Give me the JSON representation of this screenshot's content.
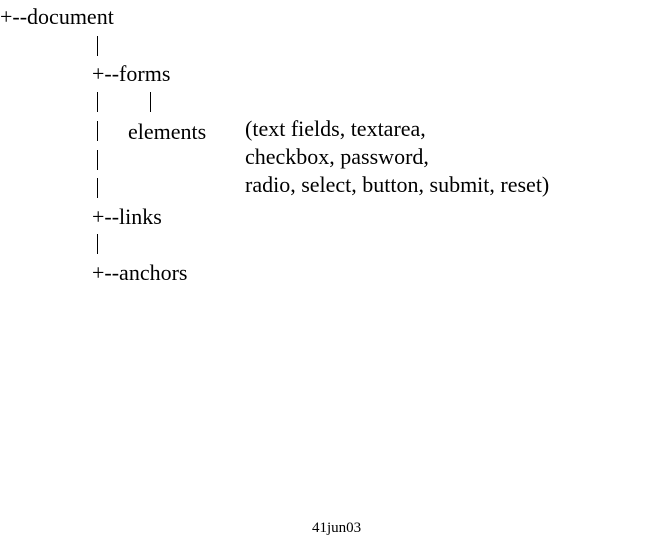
{
  "tree": {
    "root": "+--document",
    "forms": "+--forms",
    "elements": "elements",
    "elements_note": [
      "(text fields, textarea,",
      "checkbox, password,",
      "radio, select, button, submit, reset)"
    ],
    "links": "+--links",
    "anchors": "+--anchors"
  },
  "footer": {
    "date": "41jun03"
  }
}
